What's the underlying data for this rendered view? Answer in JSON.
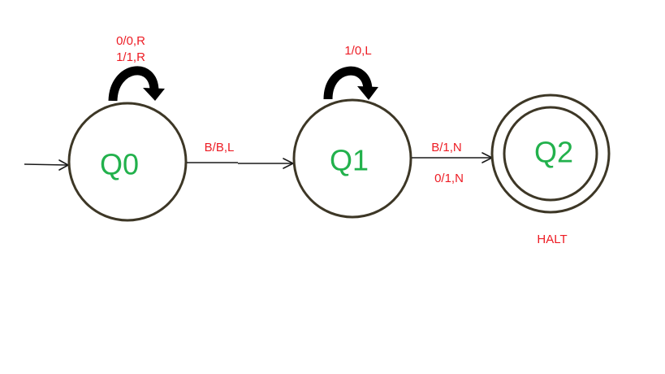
{
  "colors": {
    "state_text": "#22b14c",
    "transition_text": "#ed1c24",
    "circle_stroke": "#3d3726",
    "arrow": "#000000"
  },
  "states": {
    "q0": {
      "name": "Q0"
    },
    "q1": {
      "name": "Q1"
    },
    "q2": {
      "name": "Q2",
      "accepting": true,
      "caption": "HALT"
    }
  },
  "transitions": {
    "q0_loop": {
      "label_1": "0/0,R",
      "label_2": "1/1,R"
    },
    "q1_loop": {
      "label_1": "1/0,L"
    },
    "q0_to_q1": {
      "label_1": "B/B,L"
    },
    "q1_to_q2": {
      "label_1": "B/1,N",
      "label_2": "0/1,N"
    }
  }
}
